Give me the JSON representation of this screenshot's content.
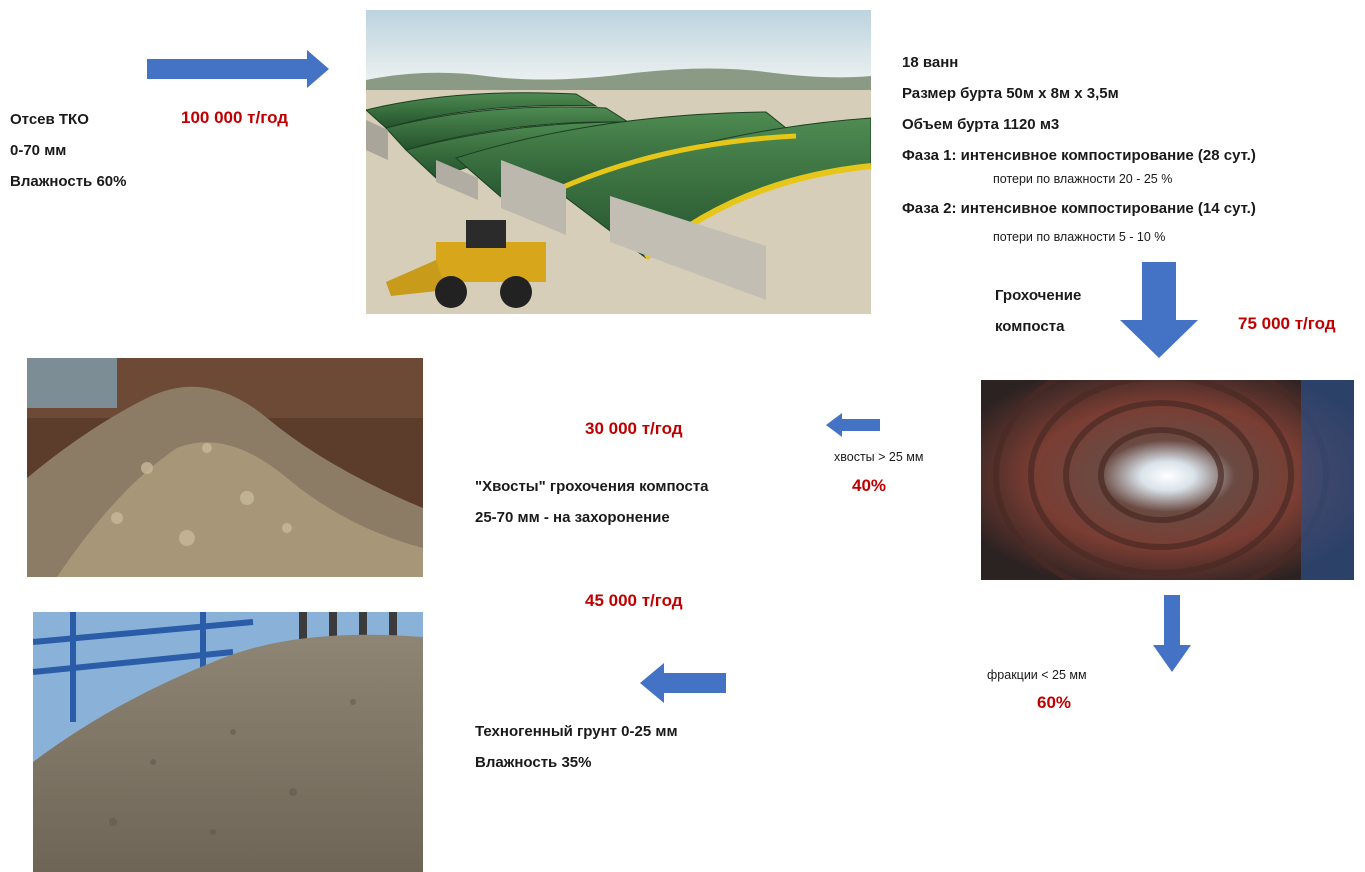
{
  "input": {
    "lines": [
      "Отсев ТКО",
      "0-70 мм",
      "Влажность 60%"
    ],
    "throughput": "100 000 т/год"
  },
  "composting": {
    "lines": [
      "18 ванн",
      "Размер бурта 50м х 8м х 3,5м",
      "Объем бурта 1120 м3"
    ],
    "phase1": "Фаза 1:  интенсивное компостирование  (28 сут.)",
    "phase1_loss": "потери по влажности 20 - 25 %",
    "phase2": "Фаза 2:  интенсивное компостирование  (14 сут.)",
    "phase2_loss": "потери по влажности 5 - 10 %"
  },
  "screening": {
    "lines": [
      "Грохочение",
      "компоста"
    ],
    "throughput": "75 000 т/год"
  },
  "tails": {
    "throughput": "30 000 т/год",
    "lines": [
      "\"Хвосты\" грохочения компоста",
      "25-70 мм - на захоронение"
    ],
    "fraction_label": "хвосты > 25 мм",
    "fraction_percent": "40%"
  },
  "fines": {
    "fraction_label": "фракции < 25 мм",
    "fraction_percent": "60%",
    "throughput": "45 000 т/год",
    "lines": [
      "Техногенный грунт 0-25 мм",
      "Влажность   35%"
    ]
  },
  "colors": {
    "arrow": "#4472c4",
    "highlight": "#c00000",
    "tarp": "#2f6b3a"
  }
}
